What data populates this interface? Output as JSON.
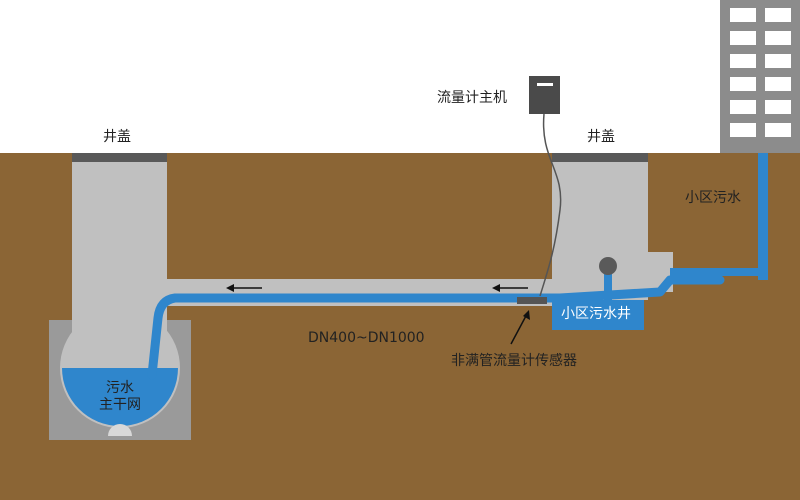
{
  "labels": {
    "cover_left": "井盖",
    "cover_right": "井盖",
    "flowmeter_host": "流量计主机",
    "community_sewage": "小区污水",
    "community_well": "小区污水井",
    "pipe_size": "DN400~DN1000",
    "sensor": "非满管流量计传感器",
    "main_network_line1": "污水",
    "main_network_line2": "主干网"
  },
  "colors": {
    "sky": "#ffffff",
    "soil": "#8b6535",
    "shaft": "#c0c0c0",
    "cover": "#595959",
    "water": "#2f86cc",
    "building": "#8c8c8c",
    "window": "#ffffff",
    "host_box": "#4a4a4a"
  },
  "icons": {
    "flow_arrow": "arrow-left-icon",
    "sensor_pointer": "arrow-up-right-icon"
  }
}
